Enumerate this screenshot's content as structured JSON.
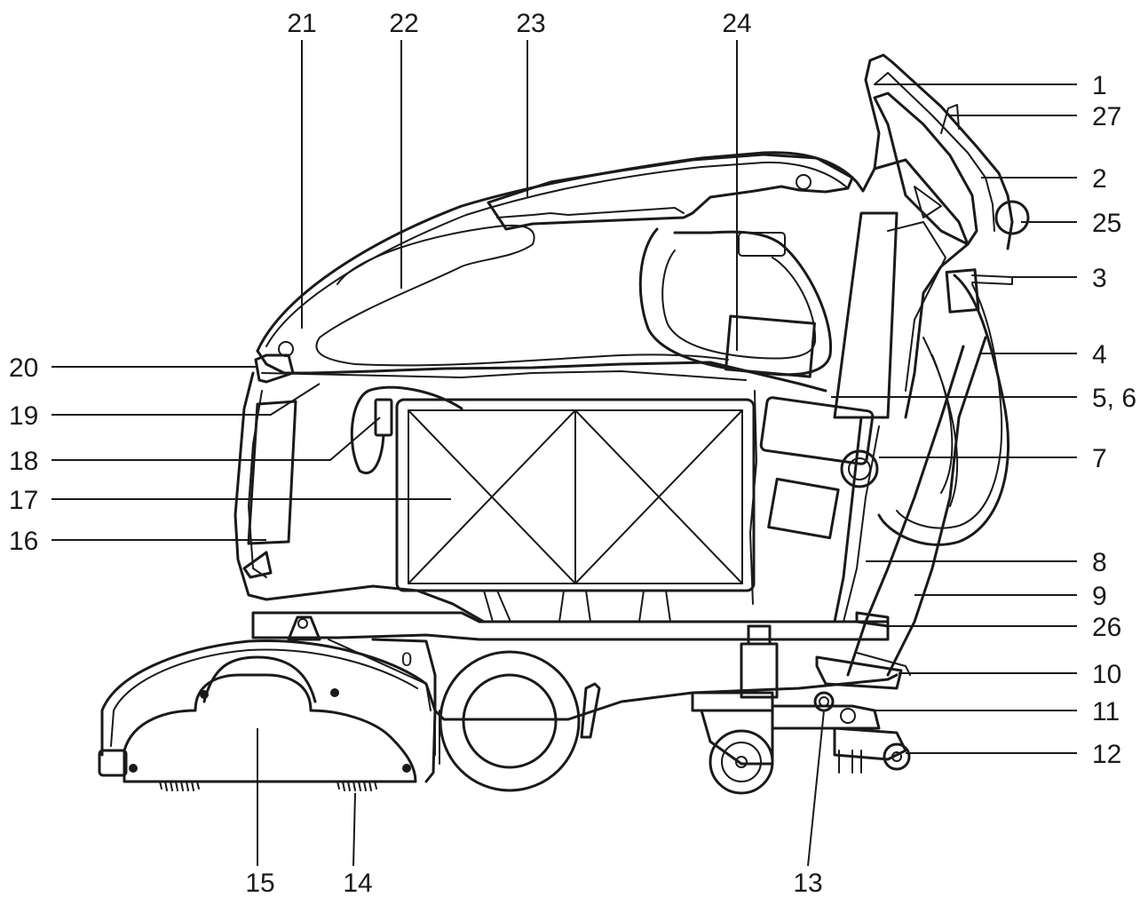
{
  "diagram": {
    "stroke_color": "#1a1a1a",
    "background": "#ffffff",
    "callouts": {
      "c1": "1",
      "c2": "2",
      "c3": "3",
      "c4": "4",
      "c5_6": "5, 6",
      "c7": "7",
      "c8": "8",
      "c9": "9",
      "c10": "10",
      "c11": "11",
      "c12": "12",
      "c13": "13",
      "c14": "14",
      "c15": "15",
      "c16": "16",
      "c17": "17",
      "c18": "18",
      "c19": "19",
      "c20": "20",
      "c21": "21",
      "c22": "22",
      "c23": "23",
      "c24": "24",
      "c25": "25",
      "c26": "26",
      "c27": "27"
    },
    "marks": {
      "deck_letter": "0"
    }
  }
}
